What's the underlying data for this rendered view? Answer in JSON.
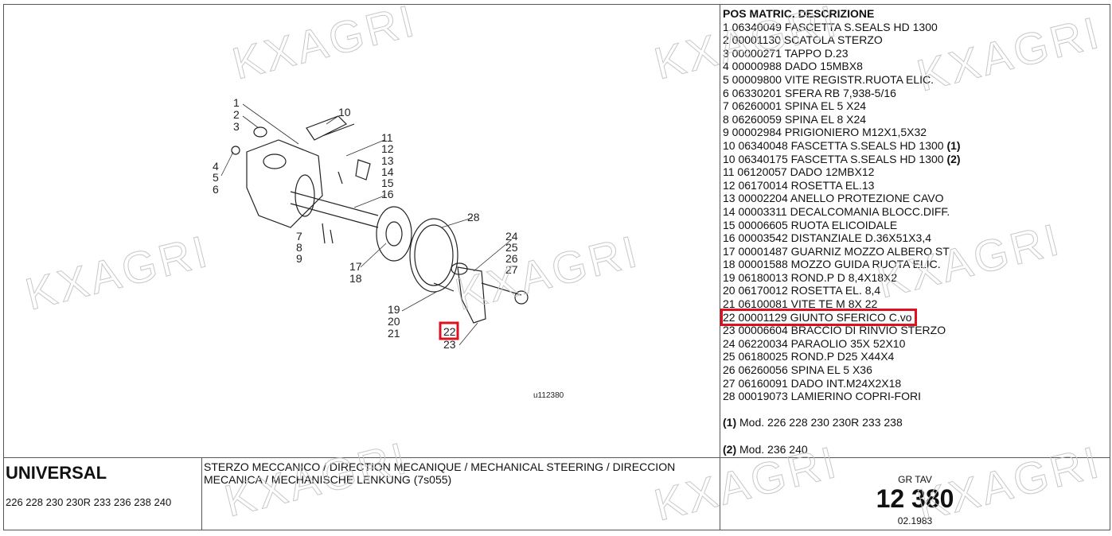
{
  "watermark": "KXAGRI",
  "diagram": {
    "code": "u112380",
    "highlight_color": "#e01020",
    "callouts": [
      "1",
      "2",
      "3",
      "4",
      "5",
      "6",
      "7",
      "8",
      "9",
      "10",
      "11",
      "12",
      "13",
      "14",
      "15",
      "16",
      "17",
      "18",
      "19",
      "20",
      "21",
      "22",
      "23",
      "24",
      "25",
      "26",
      "27",
      "28"
    ]
  },
  "parts": {
    "header": "POS MATRIC. DESCRIZIONE",
    "rows": [
      {
        "text": "1 06340049 FASCETTA S.SEALS HD 1300",
        "note": ""
      },
      {
        "text": "2 00001130 SCATOLA STERZO",
        "note": ""
      },
      {
        "text": "3 00000271 TAPPO D.23",
        "note": ""
      },
      {
        "text": "4 00000988 DADO 15MBX8",
        "note": ""
      },
      {
        "text": "5 00009800 VITE REGISTR.RUOTA ELIC.",
        "note": ""
      },
      {
        "text": "6 06330201 SFERA RB 7,938-5/16",
        "note": ""
      },
      {
        "text": "7 06260001 SPINA EL 5 X24",
        "note": ""
      },
      {
        "text": "8 06260059 SPINA EL 8 X24",
        "note": ""
      },
      {
        "text": "9 00002984 PRIGIONIERO M12X1,5X32",
        "note": ""
      },
      {
        "text": "10 06340048 FASCETTA S.SEALS HD 1300 ",
        "note": "(1)"
      },
      {
        "text": "10 06340175 FASCETTA S.SEALS HD 1300 ",
        "note": "(2)"
      },
      {
        "text": "11 06120057 DADO 12MBX12",
        "note": ""
      },
      {
        "text": "12 06170014 ROSETTA EL.13",
        "note": ""
      },
      {
        "text": "13 00002204 ANELLO PROTEZIONE CAVO",
        "note": ""
      },
      {
        "text": "14 00003311 DECALCOMANIA BLOCC.DIFF.",
        "note": ""
      },
      {
        "text": "15 00006605 RUOTA ELICOIDALE",
        "note": ""
      },
      {
        "text": "16 00003542 DISTANZIALE D.36X51X3,4",
        "note": ""
      },
      {
        "text": "17 00001487 GUARNIZ MOZZO ALBERO ST",
        "note": ""
      },
      {
        "text": "18 00001588 MOZZO GUIDA RUOTA ELIC.",
        "note": ""
      },
      {
        "text": "19 06180013 ROND.P D 8,4X18X2",
        "note": ""
      },
      {
        "text": "20 06170012 ROSETTA EL. 8,4",
        "note": ""
      },
      {
        "text": "21 06100081 VITE TE M 8X 22",
        "note": ""
      },
      {
        "text": "22 00001129 GIUNTO SFERICO C.vo",
        "note": "",
        "highlighted": true
      },
      {
        "text": "23 00006604 BRACCIO DI RINVIO STERZO",
        "note": ""
      },
      {
        "text": "24 06220034 PARAOLIO 35X 52X10",
        "note": ""
      },
      {
        "text": "25 06180025 ROND.P D25 X44X4",
        "note": ""
      },
      {
        "text": "26 06260056 SPINA EL 5 X36",
        "note": ""
      },
      {
        "text": "27 06160091 DADO INT.M24X2X18",
        "note": ""
      },
      {
        "text": "28 00019073 LAMIERINO COPRI-FORI",
        "note": ""
      }
    ],
    "footnotes": [
      {
        "mark": "(1)",
        "text": " Mod. 226 228 230 230R 233 238"
      },
      {
        "mark": "(2)",
        "text": " Mod. 236 240"
      }
    ]
  },
  "footer": {
    "brand": "UNIVERSAL",
    "models": "226 228 230 230R 233 236 238 240",
    "title": "STERZO MECCANICO / DIRECTION MECANIQUE / MECHANICAL STEERING / DIRECCION MECANICA / MECHANISCHE LENKUNG (7s055)",
    "group_label": "GR TAV",
    "table_number": "12 380",
    "date": "02.1983"
  }
}
